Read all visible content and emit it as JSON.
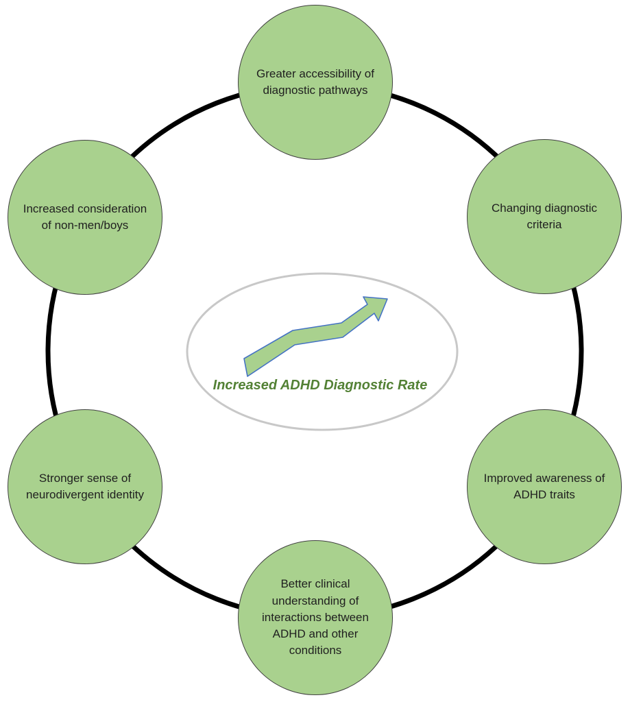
{
  "diagram": {
    "title": "ADHD diagnostic rate cycle diagram",
    "center": {
      "label": "Increased ADHD Diagnostic Rate",
      "icon": "upward-trend-arrow"
    },
    "nodes": [
      {
        "id": "top",
        "label": "Greater accessibility of diagnostic pathways"
      },
      {
        "id": "top-right",
        "label": "Changing diagnostic criteria"
      },
      {
        "id": "bottom-right",
        "label": "Improved awareness of ADHD traits"
      },
      {
        "id": "bottom",
        "label": "Better clinical understanding of interactions between ADHD and other conditions"
      },
      {
        "id": "bottom-left",
        "label": "Stronger sense of neurodivergent identity"
      },
      {
        "id": "top-left",
        "label": "Increased consideration of non-men/boys"
      }
    ],
    "colors": {
      "node_fill": "#A9D18E",
      "node_border": "#404040",
      "node_text": "#1F1F1F",
      "ring_stroke": "#000000",
      "ellipse_stroke": "#C8C8C8",
      "arrow_fill": "#A9D18E",
      "arrow_stroke": "#4472C4",
      "center_text": "#538135"
    }
  }
}
